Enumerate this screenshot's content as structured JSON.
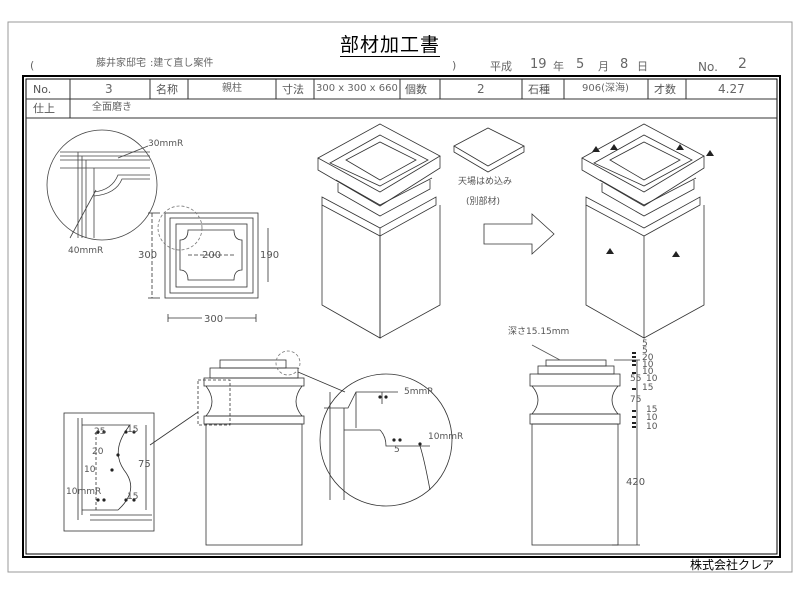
{
  "title": "部材加工書",
  "header": {
    "open_paren": "(",
    "client": "藤井家邸宅",
    "project": ":建て直し案件",
    "close_paren": ")",
    "era": "平成",
    "year": "19",
    "year_unit": "年",
    "month": "5",
    "month_unit": "月",
    "day": "8",
    "day_unit": "日",
    "page_label": "No.",
    "page_no": "2"
  },
  "spec_row": {
    "no_label": "No.",
    "no_value": "3",
    "name_label": "名称",
    "name_value": "親柱",
    "size_label": "寸法",
    "size_value": "300 x 300 x 660",
    "qty_label": "個数",
    "qty_value": "2",
    "stone_label": "石種",
    "stone_value": "906(深海)",
    "volume_label": "才数",
    "volume_value": "4.27"
  },
  "finish_row": {
    "label": "仕上",
    "value": "全面磨き"
  },
  "annotations": {
    "r30": "30mmR",
    "r40": "40mmR",
    "dim300_v": "300",
    "dim200": "200",
    "dim190": "190",
    "dim300_h": "300",
    "insert_note": "天場はめ込み",
    "separate_note": "(別部材)",
    "r5": "5mmR",
    "r10": "10mmR",
    "d5": "5",
    "depth_note": "深さ15.15mm",
    "d25": "25",
    "d15a": "15",
    "d20": "20",
    "d10": "10",
    "d75": "75",
    "r10b": "10mmR",
    "d15b": "15",
    "right_dims": [
      "5",
      "5",
      "20",
      "10",
      "10",
      "55",
      "10",
      "15",
      "75",
      "15",
      "10",
      "10"
    ],
    "d420": "420"
  },
  "company": "株式会社クレア"
}
